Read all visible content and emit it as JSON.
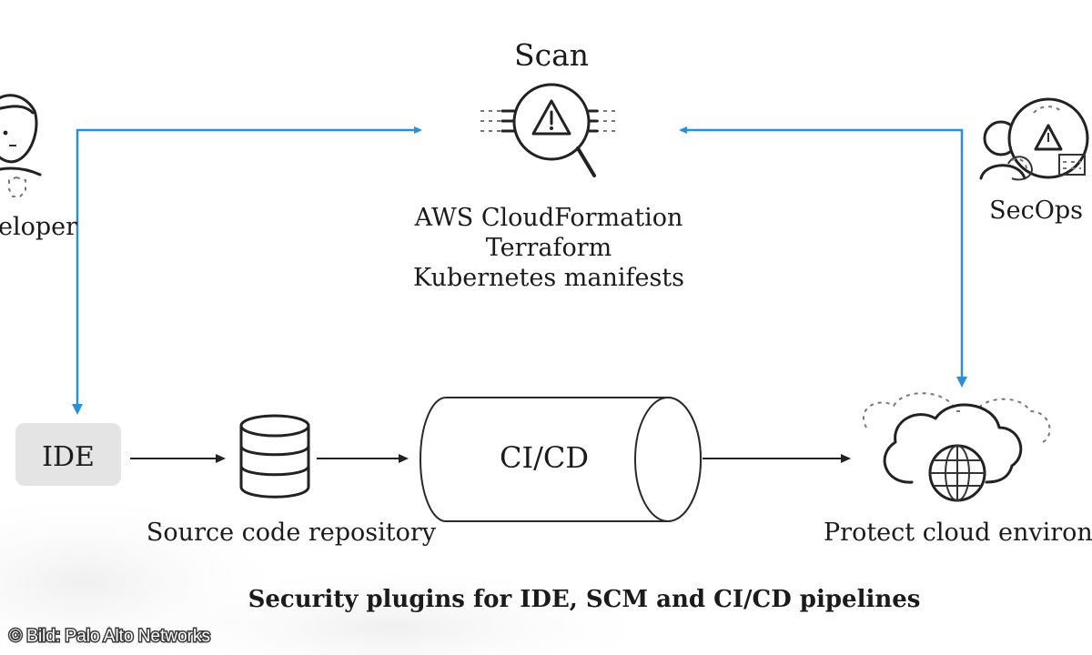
{
  "scan": {
    "title": "Scan",
    "lines": [
      "AWS CloudFormation",
      "Terraform",
      "Kubernetes manifests"
    ]
  },
  "developer": {
    "label": "eloper"
  },
  "secops": {
    "label": "SecOps"
  },
  "ide": {
    "label": "IDE"
  },
  "repository": {
    "label": "Source code repository"
  },
  "cicd": {
    "label": "CI/CD"
  },
  "cloud": {
    "label": "Protect cloud environm"
  },
  "footer": {
    "caption": "Security plugins for IDE, SCM and CI/CD pipelines"
  },
  "credit": {
    "text": "© Bild: Palo Alto Networks"
  },
  "colors": {
    "flow_arrow": "#2a8fd6",
    "stage_arrow": "#222222",
    "ide_box": "#e4e4e4"
  },
  "icons": [
    "scan-magnifier-icon",
    "developer-avatar-icon",
    "secops-team-icon",
    "database-icon",
    "pipeline-cylinder-icon",
    "cloud-globe-icon"
  ]
}
